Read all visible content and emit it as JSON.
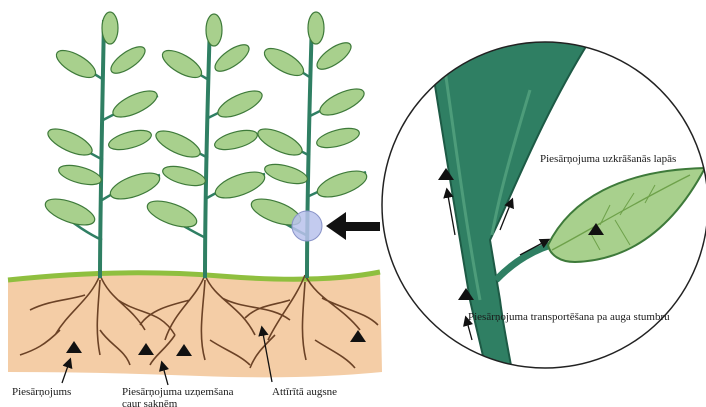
{
  "labels": {
    "pollution": "Piesārņojums",
    "uptake": "Piesārņojuma uzņemšana caur saknēm",
    "cleaned_soil": "Attīrītā augsne",
    "accumulation": "Piesārņojuma uzkrāšanās lapās",
    "transport": "Piesārņojuma transportēšana pa auga stumbru"
  },
  "colors": {
    "leaf": "#a8d08d",
    "leaf_dark": "#3e7a3a",
    "stem": "#2f7f63",
    "stem_dark": "#1d5a45",
    "soil": "#f4cda6",
    "grass": "#8fbf3f",
    "root": "#6b4226",
    "marker": "#111111",
    "circle_highlight": "#b9c2ec"
  },
  "icons": [
    "pollutant-triangle-icon",
    "arrow-icon",
    "zoom-arrow-icon"
  ]
}
